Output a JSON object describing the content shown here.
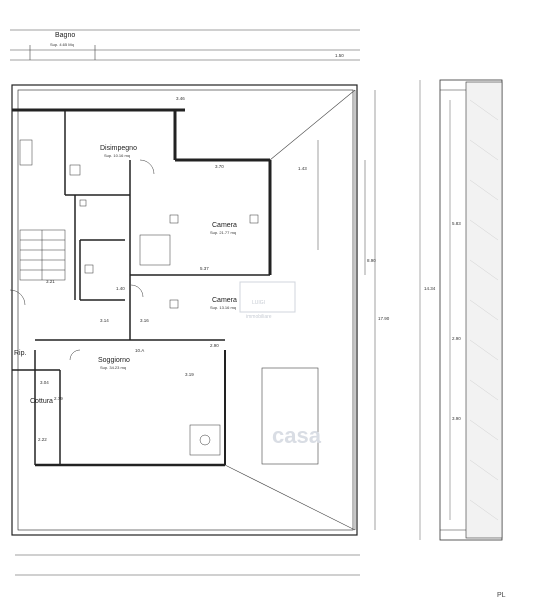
{
  "rooms": {
    "bagno": {
      "name": "Bagno",
      "area": "Sup. 4.65 Mq"
    },
    "disimpegno": {
      "name": "Disimpegno",
      "area": "Sup. 10.16 mq"
    },
    "camera1": {
      "name": "Camera",
      "area": "Sup. 21.77 mq"
    },
    "camera2": {
      "name": "Camera",
      "area": "Sup. 13.16 mq"
    },
    "soggiorno": {
      "name": "Soggiorno",
      "area": "Sup. 34.23 mq"
    },
    "cottura": {
      "name": "Cottura"
    },
    "rip": {
      "name": "Rip."
    }
  },
  "dimensions": {
    "d1": "3.46",
    "d2": "3.21",
    "d3": "1.40",
    "d4": "3.14",
    "d5": "3.16",
    "d6": "3.04",
    "d7": "2.79",
    "d8": "2.90",
    "d9": "3.70",
    "d10": "5.37",
    "d11": "3.90",
    "d12": "2.22",
    "d13": "2.90",
    "d14": "1.43",
    "d15": "5.83",
    "d16": "14.34",
    "d17": "8.90",
    "d18": "17.90",
    "d19": "1.50",
    "d20": "10.A",
    "d21": "3.19"
  },
  "watermark": {
    "brand": "casa",
    "logo": "LUIGI",
    "sub": "immobiliare"
  },
  "corner_label": "PL"
}
